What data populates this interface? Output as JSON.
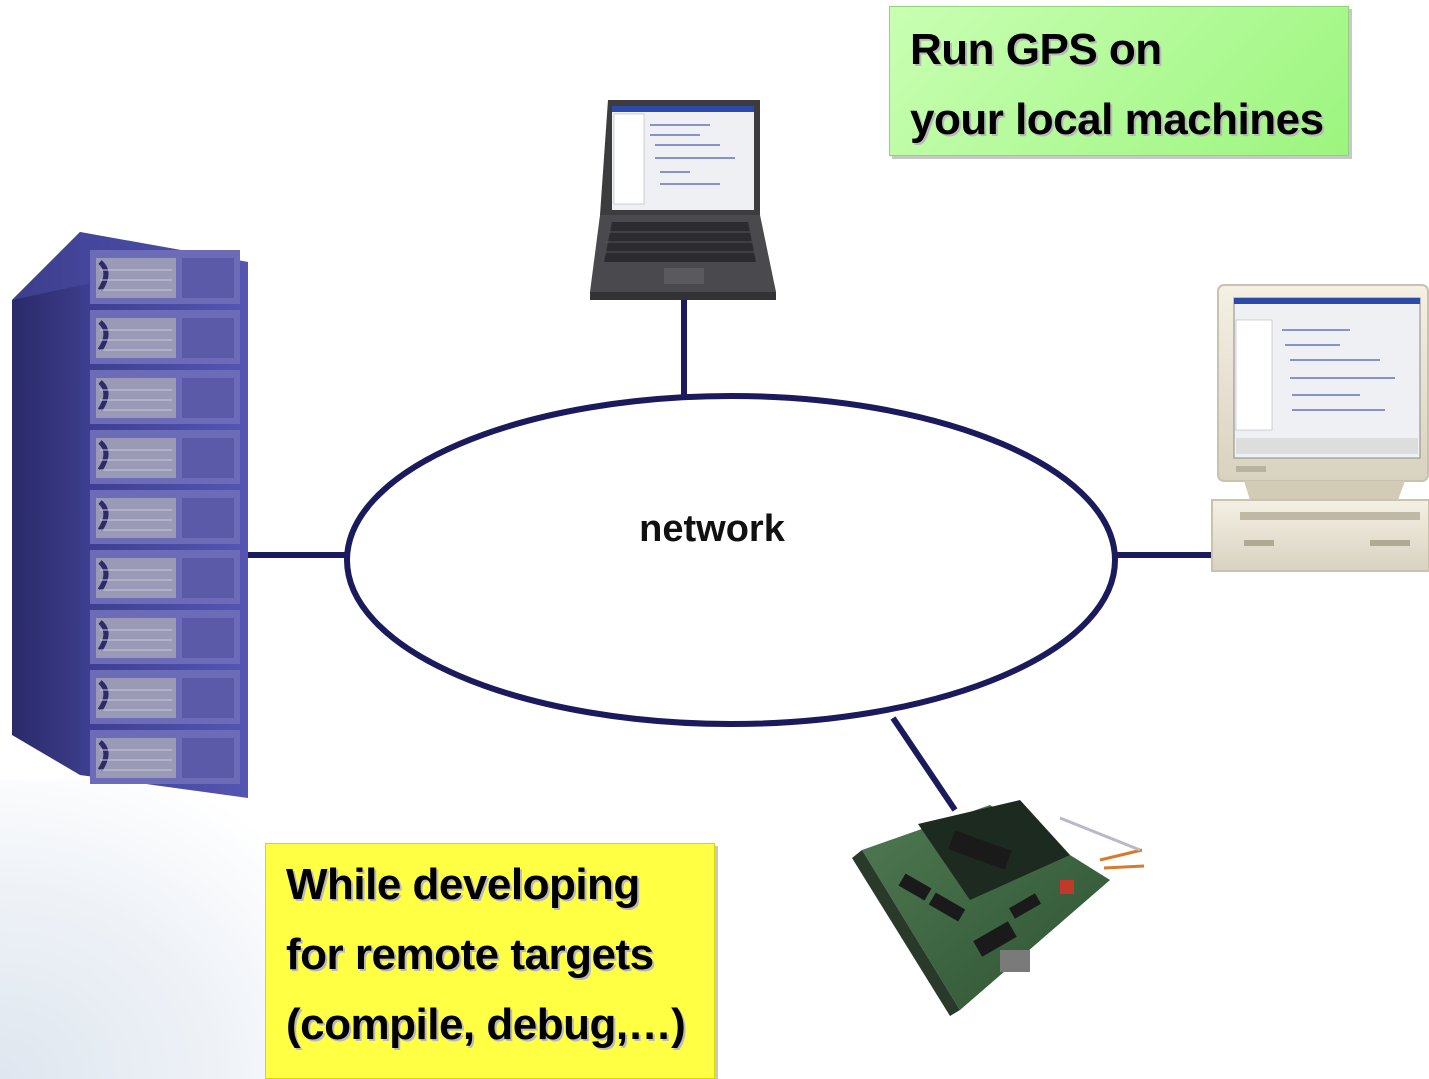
{
  "diagram": {
    "network_label": "network",
    "line_color": "#1a1a5c",
    "callouts": {
      "local": {
        "lines": [
          "Run GPS on",
          "your local machines"
        ],
        "color": "#a6f78a"
      },
      "remote": {
        "lines": [
          "While developing",
          "for remote targets",
          "(compile, debug,…)"
        ],
        "color": "#ffff44"
      }
    },
    "nodes": [
      {
        "name": "server-rack",
        "icon": "server-rack-icon"
      },
      {
        "name": "laptop",
        "icon": "laptop-icon"
      },
      {
        "name": "desktop-workstation",
        "icon": "desktop-computer-icon"
      },
      {
        "name": "embedded-board",
        "icon": "circuit-board-icon"
      }
    ]
  }
}
